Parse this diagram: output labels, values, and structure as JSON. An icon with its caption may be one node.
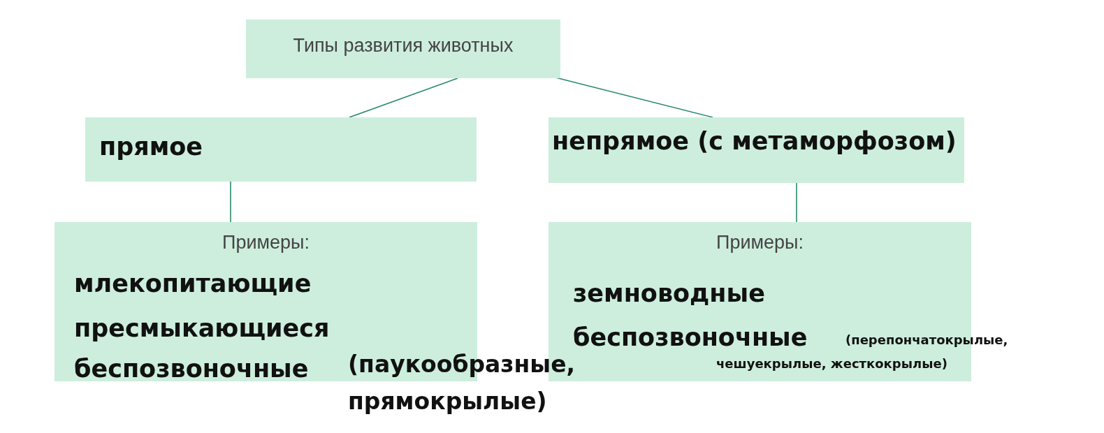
{
  "diagram": {
    "nodes": [
      {
        "text": [
          "Типы развития животных"
        ]
      },
      {
        "text": [
          "прямое"
        ]
      },
      {
        "text": [
          "непрямое (с метаморфозом)"
        ]
      },
      {
        "text": [
          "Примеры:",
          "млекопитающие",
          "пресмыкающиеся",
          "беспозвоночные",
          "(паукообразные, прямокрылые)"
        ]
      },
      {
        "text": [
          "Примеры:",
          "земноводные",
          "беспозвоночные",
          "(перепончатокрылые,",
          "чешуекрылые, жесткокрылые)"
        ]
      }
    ],
    "edges": [
      {
        "from": 0,
        "to": 1,
        "arrow": "none"
      },
      {
        "from": 0,
        "to": 2,
        "arrow": "none"
      },
      {
        "from": 1,
        "to": 3,
        "arrow": "none"
      },
      {
        "from": 2,
        "to": 4,
        "arrow": "none"
      }
    ]
  }
}
